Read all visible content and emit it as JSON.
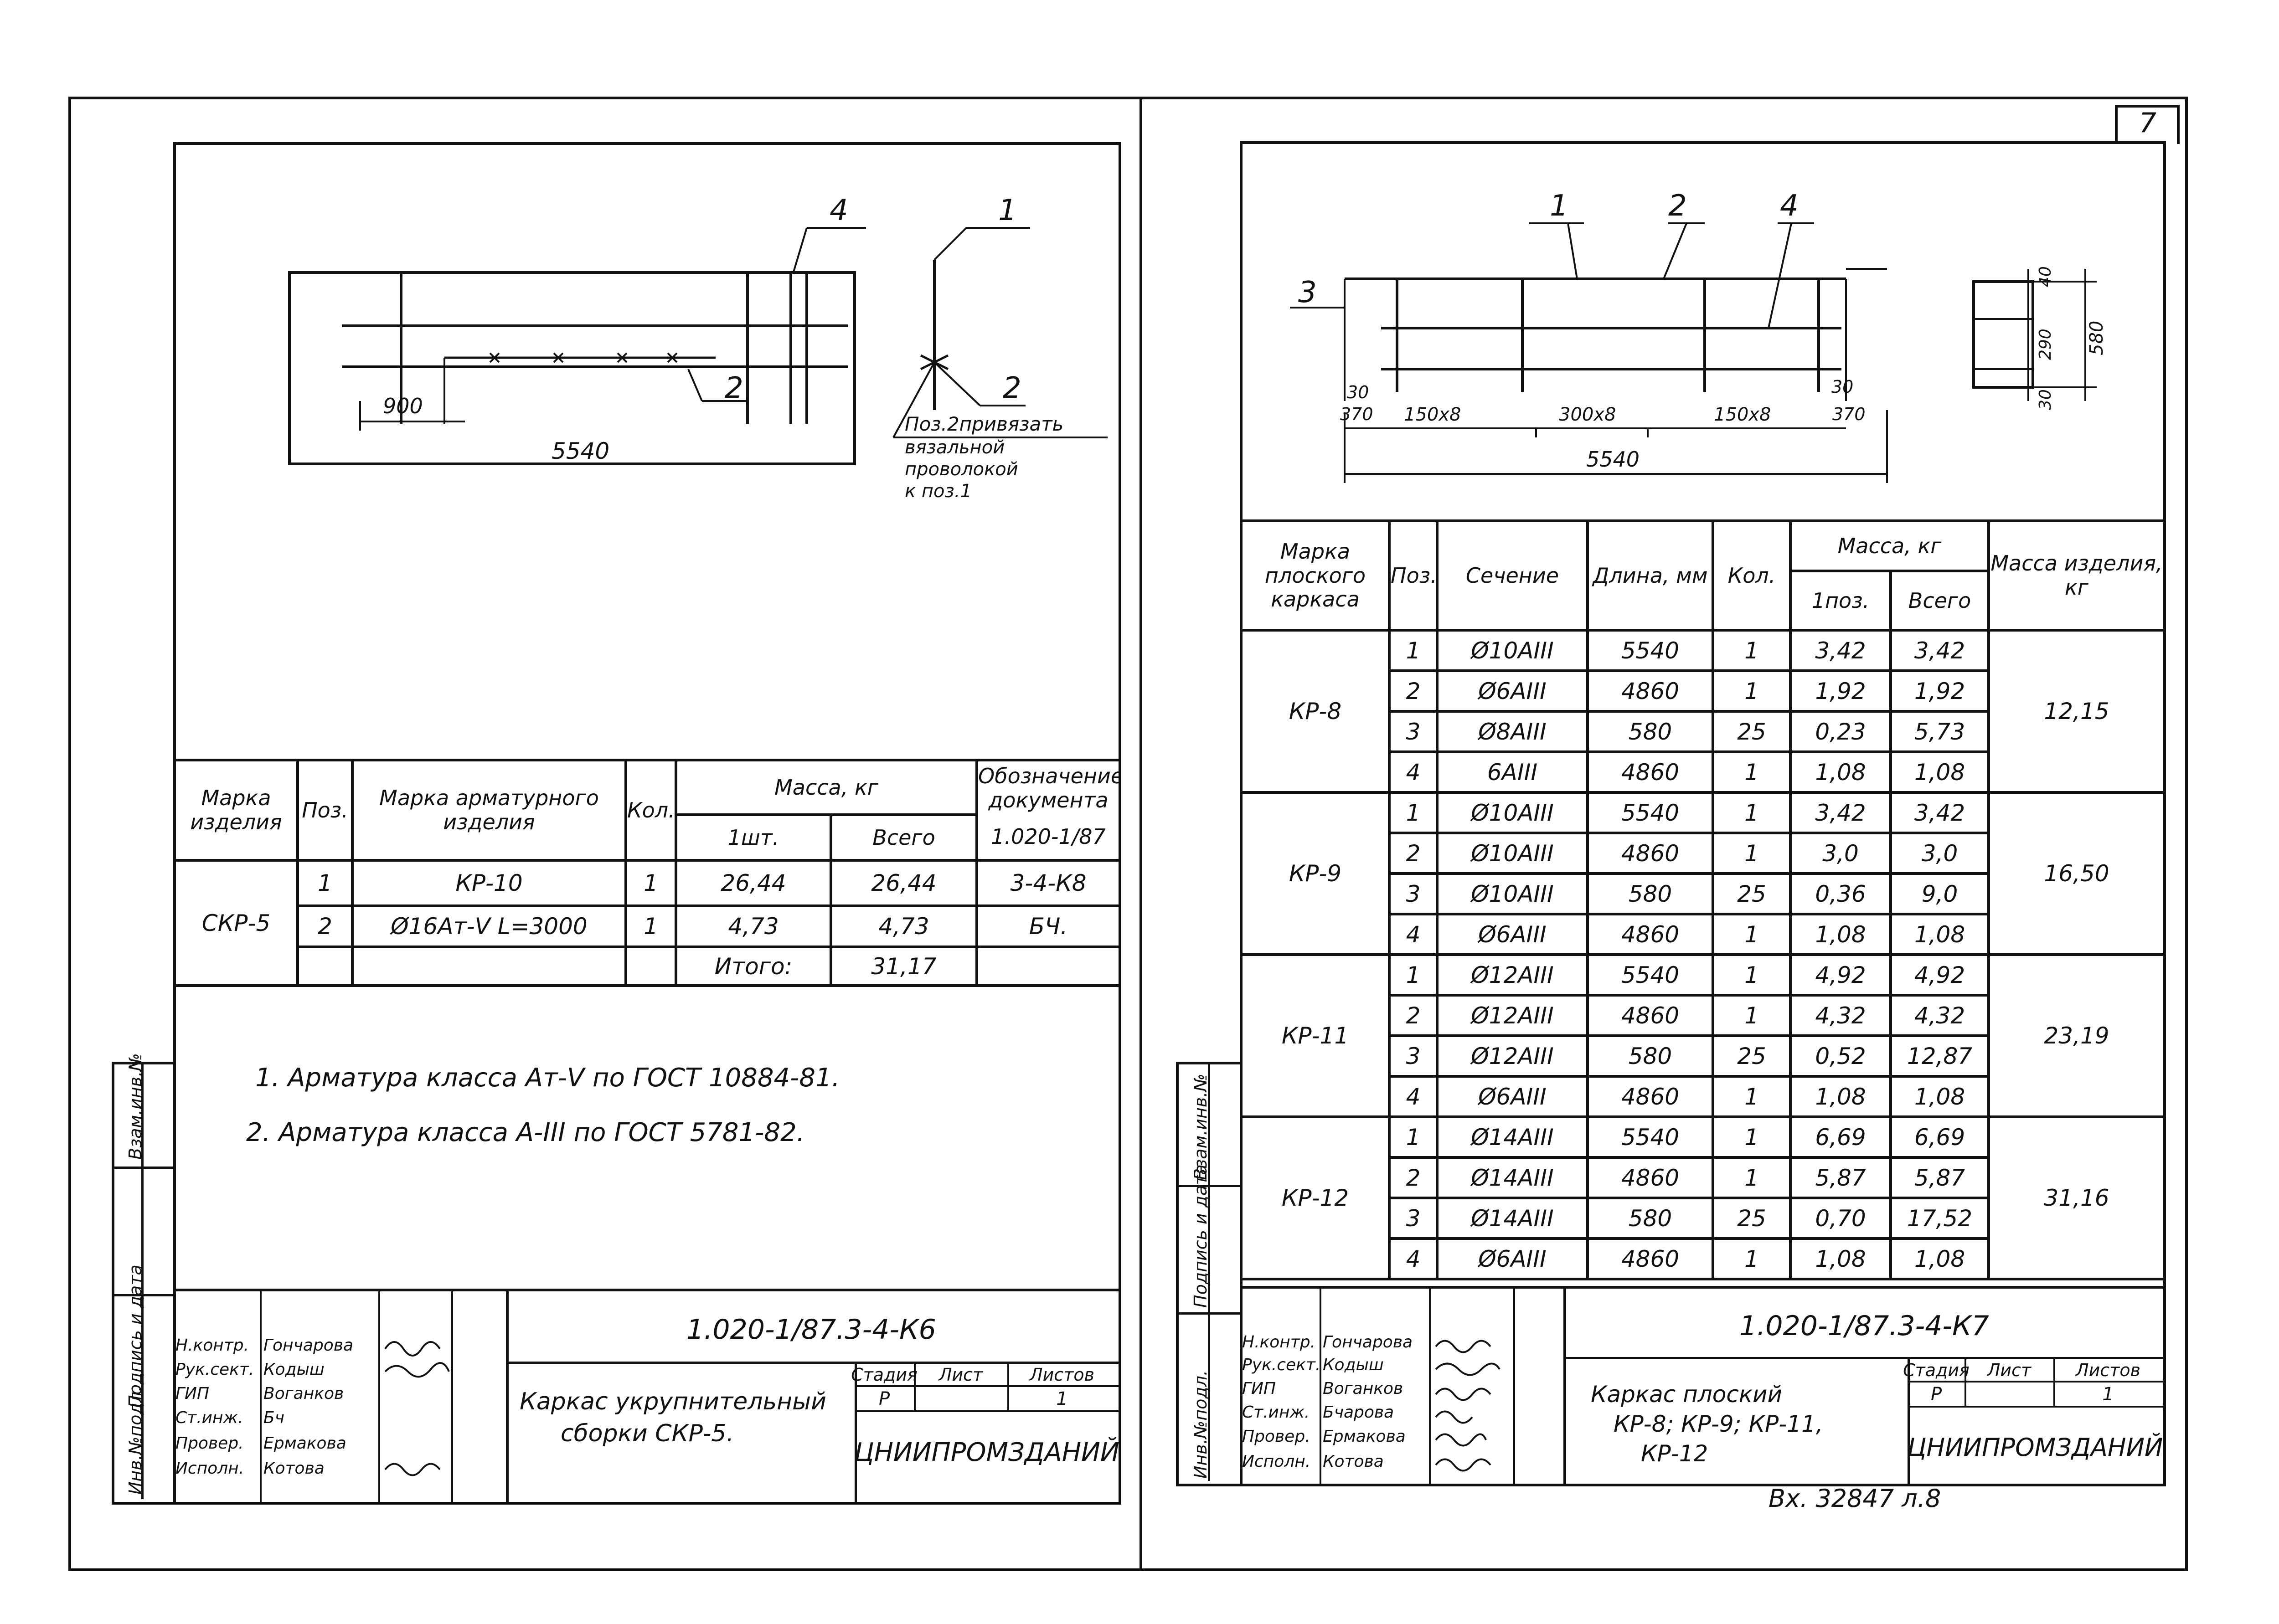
{
  "page_number": "7",
  "left": {
    "drawing": {
      "callout_1": "1",
      "callout_4": "4",
      "callout_2a": "2",
      "callout_2b": "2",
      "dim_900": "900",
      "dim_5540": "5540",
      "note_lines": [
        "Поз.2привязать",
        "вязальной",
        "проволокой",
        "к поз.1"
      ]
    },
    "table": {
      "headers": {
        "mark": "Марка изделия",
        "pos": "Поз.",
        "item_mark": "Марка арматурного изделия",
        "qty": "Кол.",
        "mass": "Масса, кг",
        "mass_one": "1шт.",
        "mass_total": "Всего",
        "doc": "Обозначение документа",
        "doc_code": "1.020-1/87"
      },
      "mark": "СКР-5",
      "rows": [
        {
          "pos": "1",
          "item": "КР-10",
          "qty": "1",
          "m1": "26,44",
          "mt": "26,44",
          "doc": "3-4-К8"
        },
        {
          "pos": "2",
          "item": "Ø16Ат-V  L=3000",
          "qty": "1",
          "m1": "4,73",
          "mt": "4,73",
          "doc": "БЧ."
        }
      ],
      "total_label": "Итого:",
      "total_value": "31,17"
    },
    "notes": [
      "1. Арматура класса Ат-V по ГОСТ 10884-81.",
      "2. Арматура класса А-III по ГОСТ 5781-82."
    ],
    "title_block": {
      "code": "1.020-1/87.3-4-К6",
      "title_lines": [
        "Каркас укрупнительный",
        "сборки СКР-5."
      ],
      "stage_label": "Стадия",
      "sheet_label": "Лист",
      "sheets_label": "Листов",
      "stage": "Р",
      "sheets": "1",
      "org": "ЦНИИПРОМЗДАНИЙ",
      "staff": [
        {
          "role": "Н.контр.",
          "name": "Гончарова"
        },
        {
          "role": "Рук.сект.",
          "name": "Кодыш"
        },
        {
          "role": "ГИП",
          "name": "Воганков"
        },
        {
          "role": "Ст.инж.",
          "name": "Бч"
        },
        {
          "role": "Провер.",
          "name": "Ермакова"
        },
        {
          "role": "Исполн.",
          "name": "Котова"
        }
      ]
    },
    "side_labels": [
      "Инв.№подл.",
      "Подпись и дата",
      "Взам.инв.№"
    ]
  },
  "right": {
    "drawing": {
      "callout_1": "1",
      "callout_2": "2",
      "callout_4": "4",
      "callout_3": "3",
      "dim_30a": "30",
      "dim_370": "370",
      "dim_150x8a": "150х8",
      "dim_300x8": "300х8",
      "dim_150x8b": "150х8",
      "dim_30b": "30",
      "dim_370b": "370",
      "dim_5540": "5540",
      "sec_40": "40",
      "sec_290": "290",
      "sec_30": "30",
      "sec_580": "580"
    },
    "table": {
      "headers": {
        "mark": "Марка плоского каркаса",
        "pos": "Поз.",
        "section": "Сечение",
        "length": "Длина, мм",
        "qty": "Кол.",
        "mass": "Масса, кг",
        "mass_one": "1поз.",
        "mass_total": "Всего",
        "product_mass": "Масса изделия, кг"
      },
      "groups": [
        {
          "mark": "КР-8",
          "mass": "12,15",
          "rows": [
            {
              "pos": "1",
              "sec": "Ø10АIII",
              "len": "5540",
              "qty": "1",
              "m1": "3,42",
              "mt": "3,42"
            },
            {
              "pos": "2",
              "sec": "Ø6АIII",
              "len": "4860",
              "qty": "1",
              "m1": "1,92",
              "mt": "1,92"
            },
            {
              "pos": "3",
              "sec": "Ø8АIII",
              "len": "580",
              "qty": "25",
              "m1": "0,23",
              "mt": "5,73"
            },
            {
              "pos": "4",
              "sec": "6АIII",
              "len": "4860",
              "qty": "1",
              "m1": "1,08",
              "mt": "1,08"
            }
          ]
        },
        {
          "mark": "КР-9",
          "mass": "16,50",
          "rows": [
            {
              "pos": "1",
              "sec": "Ø10АIII",
              "len": "5540",
              "qty": "1",
              "m1": "3,42",
              "mt": "3,42"
            },
            {
              "pos": "2",
              "sec": "Ø10АIII",
              "len": "4860",
              "qty": "1",
              "m1": "3,0",
              "mt": "3,0"
            },
            {
              "pos": "3",
              "sec": "Ø10АIII",
              "len": "580",
              "qty": "25",
              "m1": "0,36",
              "mt": "9,0"
            },
            {
              "pos": "4",
              "sec": "Ø6АIII",
              "len": "4860",
              "qty": "1",
              "m1": "1,08",
              "mt": "1,08"
            }
          ]
        },
        {
          "mark": "КР-11",
          "mass": "23,19",
          "rows": [
            {
              "pos": "1",
              "sec": "Ø12АIII",
              "len": "5540",
              "qty": "1",
              "m1": "4,92",
              "mt": "4,92"
            },
            {
              "pos": "2",
              "sec": "Ø12АIII",
              "len": "4860",
              "qty": "1",
              "m1": "4,32",
              "mt": "4,32"
            },
            {
              "pos": "3",
              "sec": "Ø12АIII",
              "len": "580",
              "qty": "25",
              "m1": "0,52",
              "mt": "12,87"
            },
            {
              "pos": "4",
              "sec": "Ø6АIII",
              "len": "4860",
              "qty": "1",
              "m1": "1,08",
              "mt": "1,08"
            }
          ]
        },
        {
          "mark": "КР-12",
          "mass": "31,16",
          "rows": [
            {
              "pos": "1",
              "sec": "Ø14АIII",
              "len": "5540",
              "qty": "1",
              "m1": "6,69",
              "mt": "6,69"
            },
            {
              "pos": "2",
              "sec": "Ø14АIII",
              "len": "4860",
              "qty": "1",
              "m1": "5,87",
              "mt": "5,87"
            },
            {
              "pos": "3",
              "sec": "Ø14АIII",
              "len": "580",
              "qty": "25",
              "m1": "0,70",
              "mt": "17,52"
            },
            {
              "pos": "4",
              "sec": "Ø6АIII",
              "len": "4860",
              "qty": "1",
              "m1": "1,08",
              "mt": "1,08"
            }
          ]
        }
      ]
    },
    "title_block": {
      "code": "1.020-1/87.3-4-К7",
      "title_lines": [
        "Каркас плоский",
        "КР-8; КР-9; КР-11,",
        "КР-12"
      ],
      "stage_label": "Стадия",
      "sheet_label": "Лист",
      "sheets_label": "Листов",
      "stage": "Р",
      "sheets": "1",
      "org": "ЦНИИПРОМЗДАНИЙ",
      "staff": [
        {
          "role": "Н.контр.",
          "name": "Гончарова"
        },
        {
          "role": "Рук.сект.",
          "name": "Кодыш"
        },
        {
          "role": "ГИП",
          "name": "Воганков"
        },
        {
          "role": "Ст.инж.",
          "name": "Бчарова"
        },
        {
          "role": "Провер.",
          "name": "Ермакова"
        },
        {
          "role": "Исполн.",
          "name": "Котова"
        }
      ]
    },
    "side_labels": [
      "Инв.№подл.",
      "Подпись и дата",
      "Взам.инв.№"
    ],
    "stamp": "Вх. 32847 л.8"
  }
}
